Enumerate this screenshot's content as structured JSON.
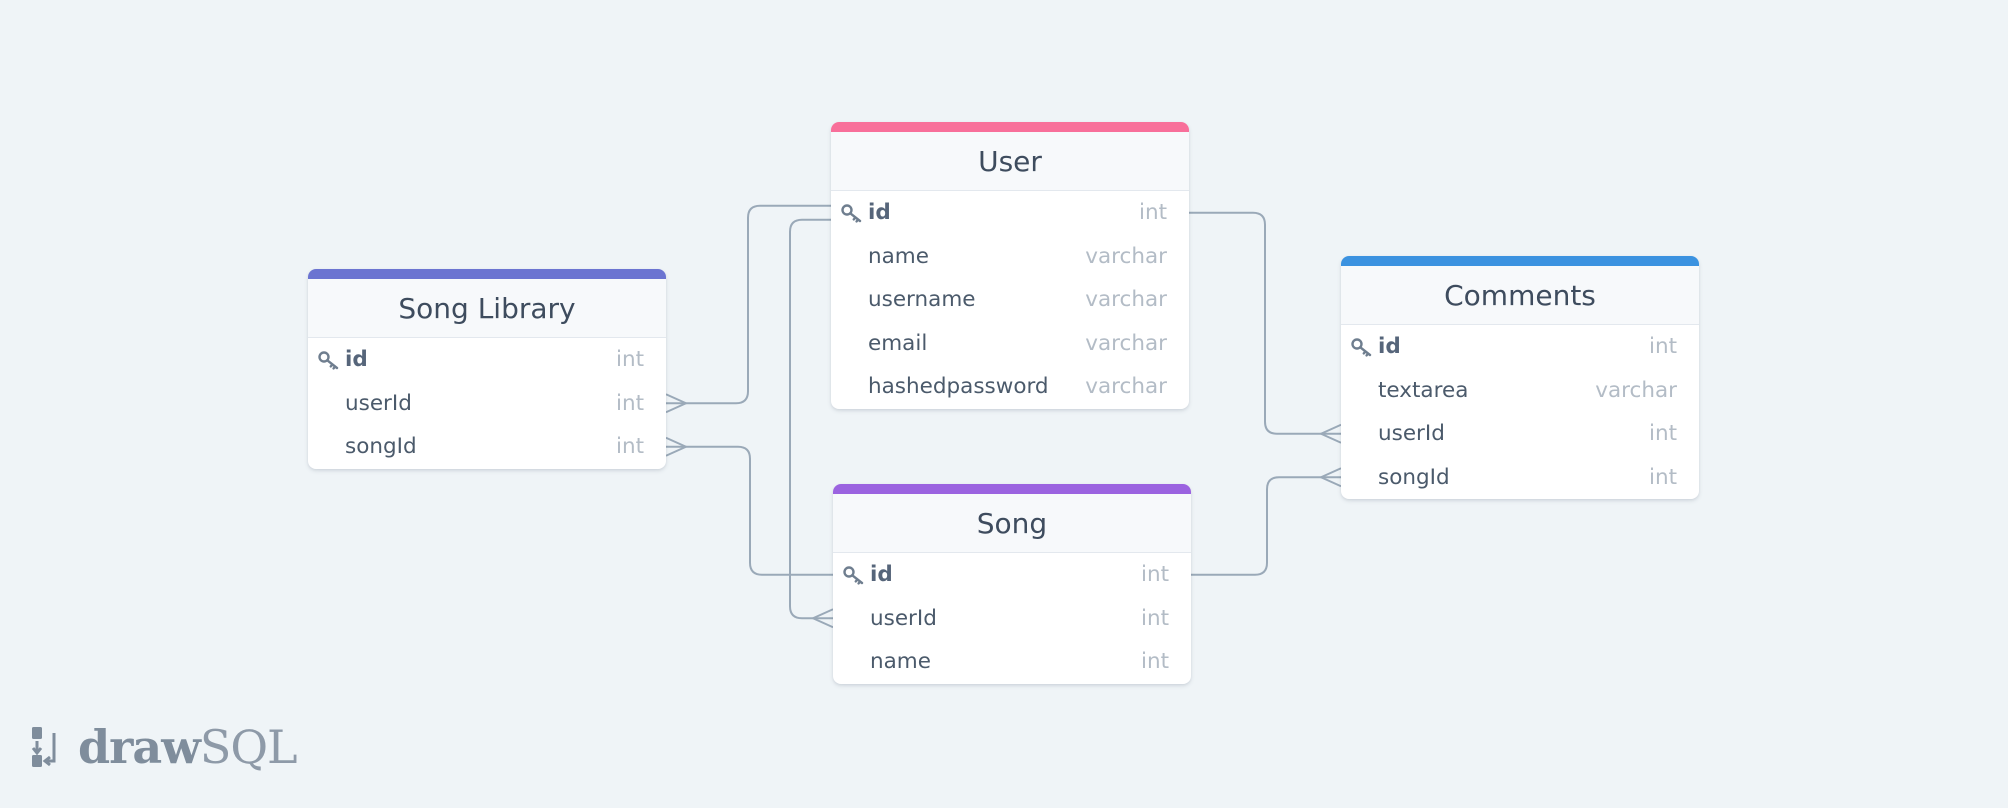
{
  "tables": [
    {
      "id": "user",
      "name": "User",
      "accent": "#f86f9a",
      "columns": [
        {
          "name": "id",
          "type": "int",
          "pk": true
        },
        {
          "name": "name",
          "type": "varchar",
          "pk": false
        },
        {
          "name": "username",
          "type": "varchar",
          "pk": false
        },
        {
          "name": "email",
          "type": "varchar",
          "pk": false
        },
        {
          "name": "hashedpassword",
          "type": "varchar",
          "pk": false
        }
      ]
    },
    {
      "id": "song-library",
      "name": "Song Library",
      "accent": "#6b74d1",
      "columns": [
        {
          "name": "id",
          "type": "int",
          "pk": true
        },
        {
          "name": "userId",
          "type": "int",
          "pk": false
        },
        {
          "name": "songId",
          "type": "int",
          "pk": false
        }
      ]
    },
    {
      "id": "song",
      "name": "Song",
      "accent": "#9b63e0",
      "columns": [
        {
          "name": "id",
          "type": "int",
          "pk": true
        },
        {
          "name": "userId",
          "type": "int",
          "pk": false
        },
        {
          "name": "name",
          "type": "int",
          "pk": false
        }
      ]
    },
    {
      "id": "comments",
      "name": "Comments",
      "accent": "#3b92e0",
      "columns": [
        {
          "name": "id",
          "type": "int",
          "pk": true
        },
        {
          "name": "textarea",
          "type": "varchar",
          "pk": false
        },
        {
          "name": "userId",
          "type": "int",
          "pk": false
        },
        {
          "name": "songId",
          "type": "int",
          "pk": false
        }
      ]
    }
  ],
  "relations": [
    {
      "from": "user.id",
      "to": "song-library.userId",
      "cardinality": "one-to-many"
    },
    {
      "from": "user.id",
      "to": "song.userId",
      "cardinality": "one-to-many"
    },
    {
      "from": "user.id",
      "to": "comments.userId",
      "cardinality": "one-to-many"
    },
    {
      "from": "song.id",
      "to": "song-library.songId",
      "cardinality": "one-to-many"
    },
    {
      "from": "song.id",
      "to": "comments.songId",
      "cardinality": "one-to-many"
    }
  ],
  "colors": {
    "background": "#eff4f7",
    "connector": "#9aa9b8",
    "logo": "#7f8d9c"
  },
  "logo": {
    "icon": "drawsql-logo-icon",
    "draw_text": "draw",
    "sql_text": "SQL"
  }
}
